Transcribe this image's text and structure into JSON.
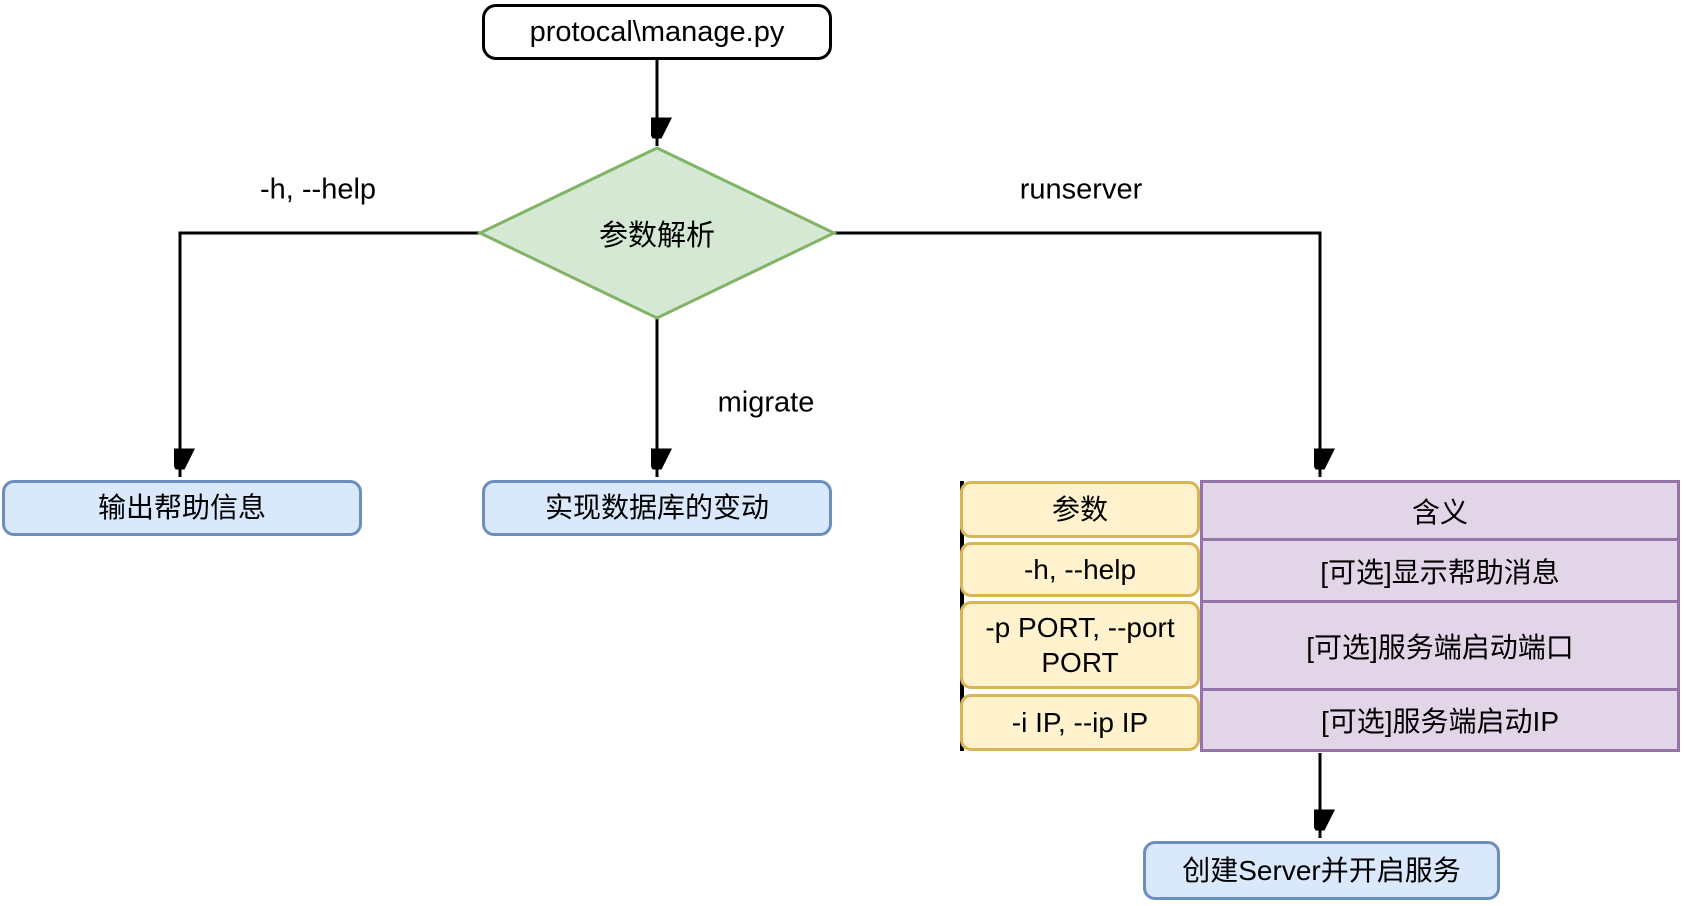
{
  "nodes": {
    "start": {
      "label": "protocal\\manage.py"
    },
    "decision": {
      "label": "参数解析"
    },
    "help": {
      "label": "输出帮助信息"
    },
    "migrate": {
      "label": "实现数据库的变动"
    },
    "server": {
      "label": "创建Server并开启服务"
    }
  },
  "edge_labels": {
    "help": "-h, --help",
    "migrate": "migrate",
    "runserver": "runserver"
  },
  "table": {
    "headers": {
      "param": "参数",
      "meaning": "含义"
    },
    "rows": [
      {
        "param": "-h, --help",
        "meaning": "[可选]显示帮助消息"
      },
      {
        "param": "-p PORT, --port PORT",
        "meaning": "[可选]服务端启动端口"
      },
      {
        "param": "-i IP, --ip IP",
        "meaning": "[可选]服务端启动IP"
      }
    ]
  },
  "colors": {
    "decision_fill": "#d5e8d4",
    "decision_border": "#82b366",
    "result_fill": "#dae8fc",
    "result_border": "#6c8ebf",
    "param_fill": "#fff2cc",
    "param_border": "#d6b656",
    "meaning_fill": "#e1d5e7",
    "meaning_border": "#9673a6",
    "arrow": "#000000"
  }
}
